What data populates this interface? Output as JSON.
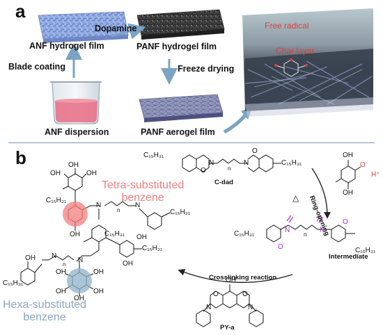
{
  "panel_a": {
    "letter": "a",
    "anf_hydrogel_film": "ANF hydrogel film",
    "panf_hydrogel_film": "PANF hydrogel film",
    "dopamine": "Dopamine",
    "blade_coating": "Blade coating",
    "freeze_drying": "Freeze drying",
    "anf_dispersion": "ANF dispersion",
    "panf_aerogel_film": "PANF aerogel film",
    "free_radical": "Free radical",
    "char_layer": "Char layer"
  },
  "panel_b": {
    "letter": "b",
    "tetra_line1": "Tetra-substituted",
    "tetra_line2": "benzene",
    "hexa_line1": "Hexa-substituted",
    "hexa_line2": "benzene",
    "c_dad": "C-dad",
    "ring_opening": "Ring-opening",
    "intermediate": "Intermediate",
    "crosslinking_reaction": "Crosslinking reaction",
    "py_a": "PY-a",
    "c15h31": "C₁₅H₃₁",
    "oh": "OH",
    "n": "N",
    "o": "O",
    "h_plus": "H⁺",
    "n_sub": "n",
    "heat_symbol": "△"
  },
  "colors": {
    "anf_film": "#8fa8e0",
    "panf_film": "#3a3a3a",
    "aerogel": "#7f84a8",
    "liquid": "#e8738a",
    "arrow": "#7aa3c4",
    "tetra_label": "#f07f7f",
    "tetra_highlight": "#f37d7d",
    "hexa_label": "#8aa5c2",
    "hexa_highlight": "#8fb1c9",
    "intermediate_charge": "#9b2fbf",
    "red_label": "#d94040"
  }
}
